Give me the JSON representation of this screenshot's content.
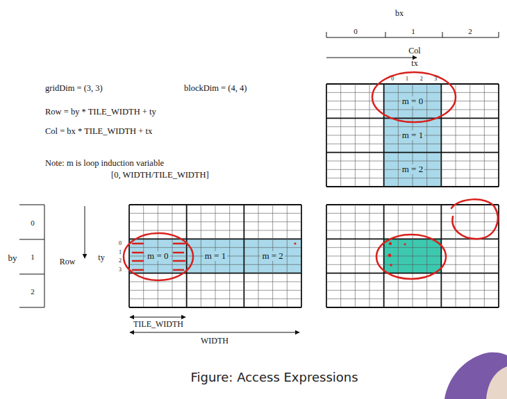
{
  "diagram": {
    "caption": "Figure: Access Expressions",
    "nodes": [
      {
        "text": [
          "m = 0"
        ]
      },
      {
        "text": [
          "m = 1"
        ]
      },
      {
        "text": [
          "m = 2"
        ]
      },
      {
        "text": [
          "m = 0"
        ]
      },
      {
        "text": [
          "m = 1"
        ]
      },
      {
        "text": [
          "m = 2"
        ]
      }
    ],
    "labels": [
      "bx",
      "0",
      "1",
      "2",
      "Col",
      "tx",
      "0",
      "1",
      "2",
      "3",
      "gridDim = (3, 3)",
      "blockDim = (4, 4)",
      "Row = by * TILE_WIDTH + ty",
      "Col = bx * TILE_WIDTH + tx",
      "Note: m is loop induction variable",
      "[0, WIDTH/TILE_WIDTH]",
      "0",
      "1",
      "2",
      "by",
      "Row",
      "ty",
      "0",
      "1",
      "2",
      "3",
      "TILE_WIDTH",
      "WIDTH"
    ]
  }
}
